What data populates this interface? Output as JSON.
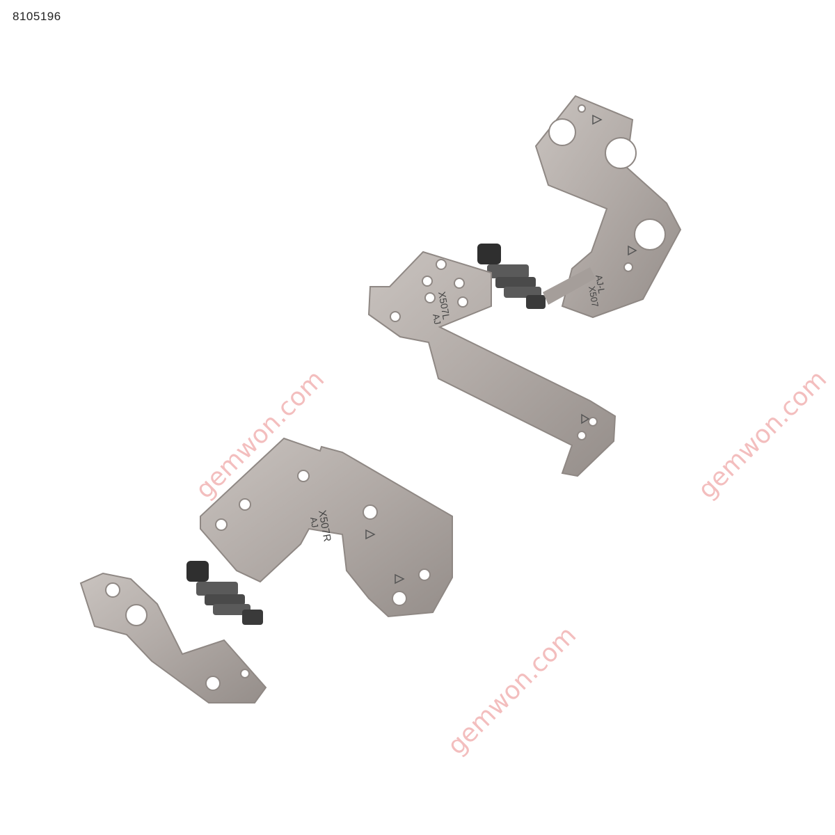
{
  "product_id": "8105196",
  "watermark_text": "gemwon.com",
  "hinges": [
    {
      "name": "left-hinge",
      "markings": [
        "X507L",
        "AJ",
        "AJ-L",
        "X507"
      ]
    },
    {
      "name": "right-hinge",
      "markings": [
        "X507R",
        "AJ"
      ]
    }
  ],
  "colors": {
    "background": "#ffffff",
    "metal": "#b3aca8",
    "metal_dark": "#8f8884",
    "spring": "#4a4a4a",
    "watermark": "#f2b3b3"
  }
}
